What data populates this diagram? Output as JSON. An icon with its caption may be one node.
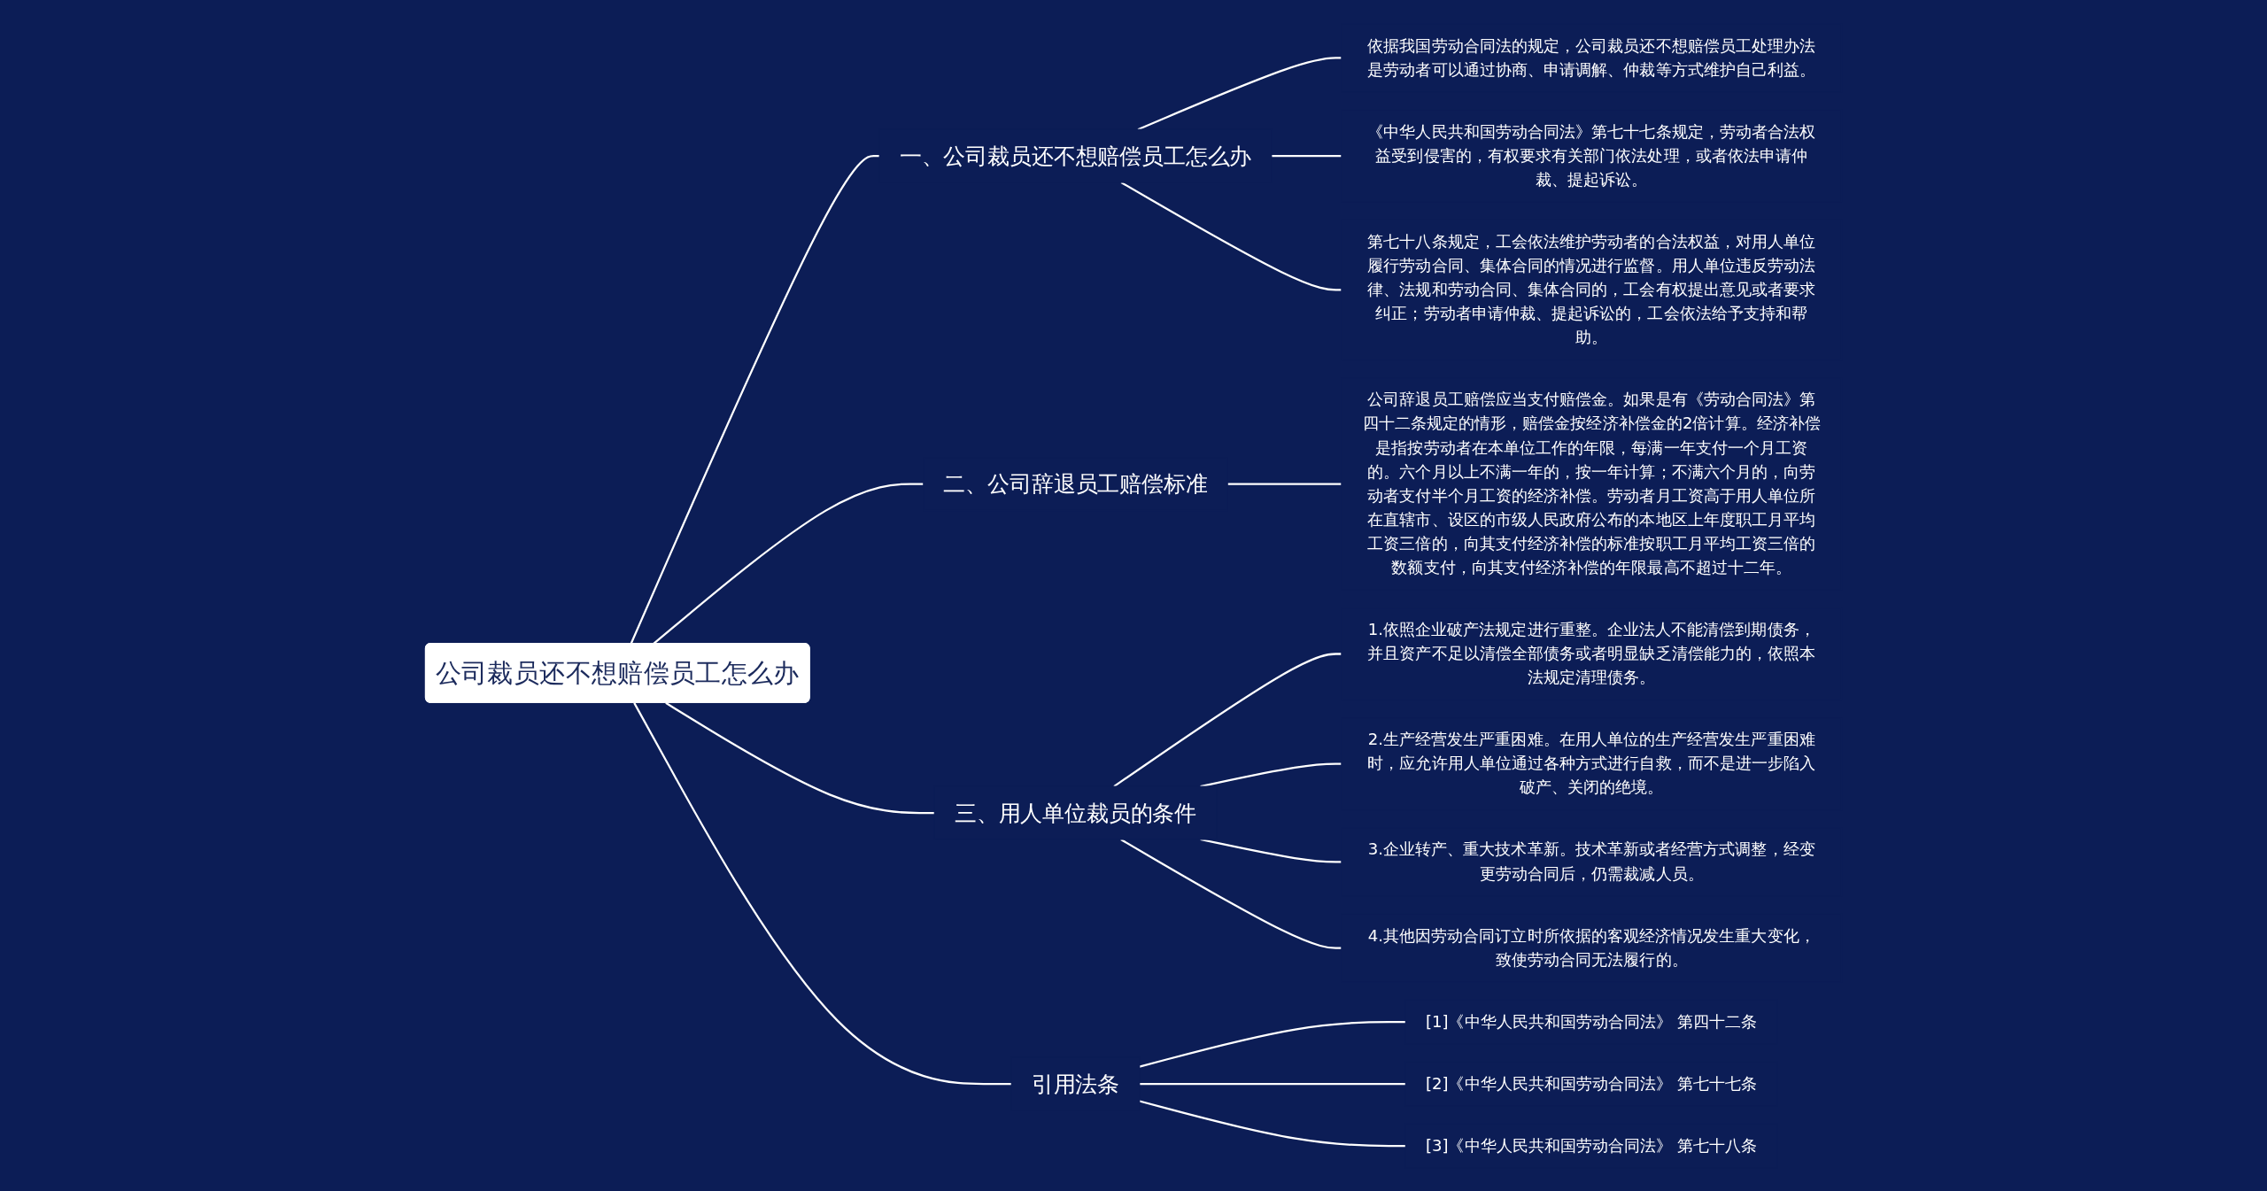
{
  "diagram": {
    "nodes": [
      {
        "text": [
          "公司裁员还不想赔偿员工怎么办"
        ]
      },
      {
        "text": [
          "一、公司裁员还不想赔偿员工怎么办"
        ]
      },
      {
        "text": [
          "依据我国劳动合同法的规定，公司裁员还不想赔偿员工处理办法是劳动者可以通过协商、申请调解、仲裁等方式维护自己利益。"
        ]
      },
      {
        "text": [
          "《中华人民共和国劳动合同法》第七十七条规定，劳动者合法权益受到侵害的，有权要求有关部门依法处理，或者依法申请仲裁、提起诉讼。"
        ]
      },
      {
        "text": [
          "第七十八条规定，工会依法维护劳动者的合法权益，对用人单位履行劳动合同、集体合同的情况进行监督。用人单位违反劳动法律、法规和劳动合同、集体合同的，工会有权提出意见或者要求纠正；劳动者申请仲裁、提起诉讼的，工会依法给予支持和帮助。"
        ]
      },
      {
        "text": [
          "二、公司辞退员工赔偿标准"
        ]
      },
      {
        "text": [
          "公司辞退员工赔偿应当支付赔偿金。如果是有《劳动合同法》第四十二条规定的情形，赔偿金按经济补偿金的2倍计算。经济补偿是指按劳动者在本单位工作的年限，每满一年支付一个月工资的。六个月以上不满一年的，按一年计算；不满六个月的，向劳动者支付半个月工资的经济补偿。劳动者月工资高于用人单位所在直辖市、设区的市级人民政府公布的本地区上年度职工月平均工资三倍的，向其支付经济补偿的标准按职工月平均工资三倍的数额支付，向其支付经济补偿的年限最高不超过十二年。"
        ]
      },
      {
        "text": [
          "三、用人单位裁员的条件"
        ]
      },
      {
        "text": [
          "1.依照企业破产法规定进行重整。企业法人不能清偿到期债务，并且资产不足以清偿全部债务或者明显缺乏清偿能力的，依照本法规定清理债务。"
        ]
      },
      {
        "text": [
          "2.生产经营发生严重困难。在用人单位的生产经营发生严重困难时，应允许用人单位通过各种方式进行自救，而不是进一步陷入破产、关闭的绝境。"
        ]
      },
      {
        "text": [
          "3.企业转产、重大技术革新。技术革新或者经营方式调整，经变更劳动合同后，仍需裁减人员。"
        ]
      },
      {
        "text": [
          "4.其他因劳动合同订立时所依据的客观经济情况发生重大变化，致使劳动合同无法履行的。"
        ]
      },
      {
        "text": [
          "引用法条"
        ]
      },
      {
        "text": [
          "[1]《中华人民共和国劳动合同法》 第四十二条"
        ]
      },
      {
        "text": [
          "[2]《中华人民共和国劳动合同法》 第七十七条"
        ]
      },
      {
        "text": [
          "[3]《中华人民共和国劳动合同法》 第七十八条"
        ]
      }
    ],
    "edges": [
      {
        "from": 0,
        "to": 1,
        "arrow": "none"
      },
      {
        "from": 0,
        "to": 5,
        "arrow": "none"
      },
      {
        "from": 0,
        "to": 7,
        "arrow": "none"
      },
      {
        "from": 0,
        "to": 12,
        "arrow": "none"
      },
      {
        "from": 1,
        "to": 2,
        "arrow": "none"
      },
      {
        "from": 1,
        "to": 3,
        "arrow": "none"
      },
      {
        "from": 1,
        "to": 4,
        "arrow": "none"
      },
      {
        "from": 5,
        "to": 6,
        "arrow": "none"
      },
      {
        "from": 7,
        "to": 8,
        "arrow": "none"
      },
      {
        "from": 7,
        "to": 9,
        "arrow": "none"
      },
      {
        "from": 7,
        "to": 10,
        "arrow": "none"
      },
      {
        "from": 7,
        "to": 11,
        "arrow": "none"
      },
      {
        "from": 12,
        "to": 13,
        "arrow": "none"
      },
      {
        "from": 12,
        "to": 14,
        "arrow": "none"
      },
      {
        "from": 12,
        "to": 15,
        "arrow": "none"
      }
    ]
  }
}
